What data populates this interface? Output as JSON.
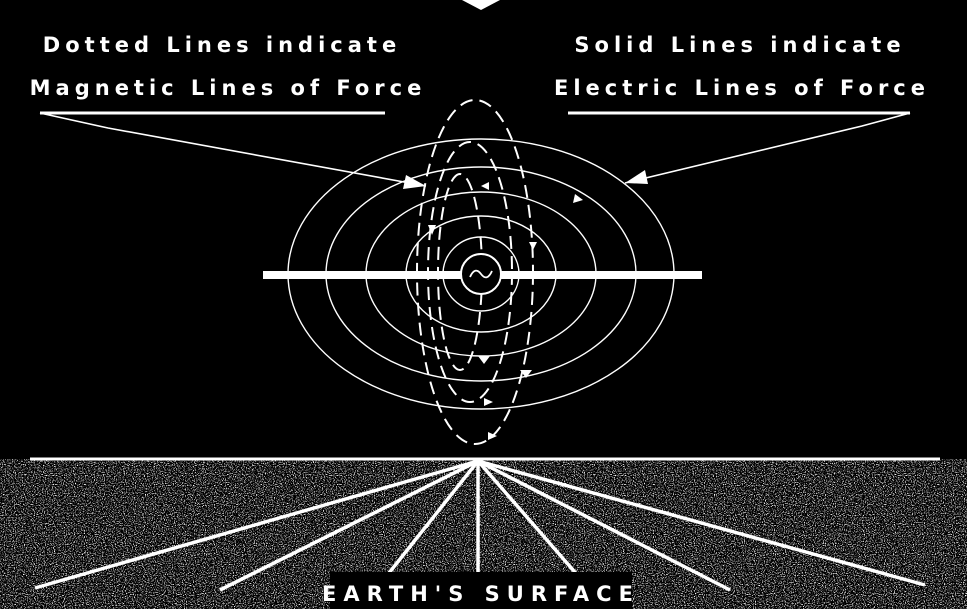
{
  "labels": {
    "dotted_line1": "Dotted Lines indicate",
    "dotted_line2": "Magnetic Lines of Force",
    "solid_line1": "Solid Lines indicate",
    "solid_line2": "Electric Lines of Force",
    "surface": "EARTH'S SURFACE"
  },
  "icons": {
    "source": "ac-source-icon",
    "antenna": "dipole-antenna-icon"
  },
  "colors": {
    "background": "#000000",
    "foreground": "#ffffff"
  }
}
